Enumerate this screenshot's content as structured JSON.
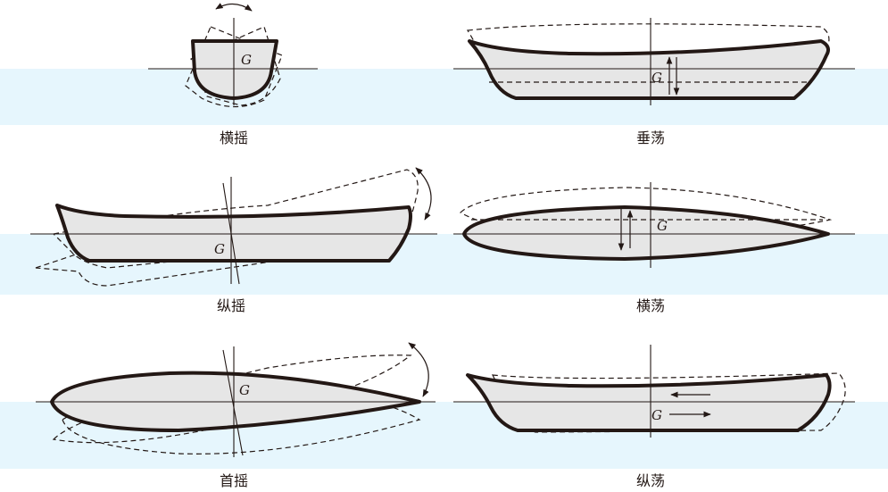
{
  "diagram": {
    "water_color": "#e6f6fd",
    "hull_fill": "#e6e6e6",
    "line_color": "#231815",
    "center_of_gravity_label": "G",
    "panels": [
      {
        "id": "roll",
        "caption": "横摇"
      },
      {
        "id": "heave",
        "caption": "垂荡"
      },
      {
        "id": "pitch",
        "caption": "纵摇"
      },
      {
        "id": "sway",
        "caption": "横荡"
      },
      {
        "id": "yaw",
        "caption": "首摇"
      },
      {
        "id": "surge",
        "caption": "纵荡"
      }
    ]
  }
}
